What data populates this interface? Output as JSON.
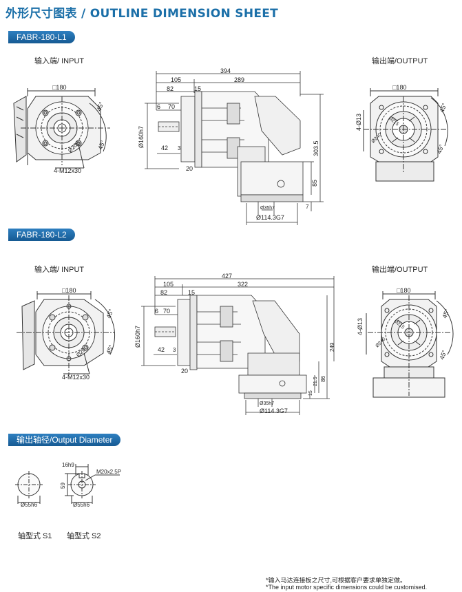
{
  "header": {
    "title": "外形尺寸图表 / OUTLINE DIMENSION SHEET"
  },
  "section1": {
    "tag": "FABR-180-L1",
    "input_label": "输入端/ INPUT",
    "output_label": "输出端/OUTPUT",
    "input_view": {
      "square": "□180",
      "bolt": "4-M12x30",
      "pcd": "Ø200",
      "angle_a": "45°",
      "angle_b": "45°"
    },
    "side_view": {
      "total": "394",
      "d105": "105",
      "d289": "289",
      "d82": "82",
      "d15": "15",
      "d6": "6",
      "d70": "70",
      "d42": "42",
      "d3": "3",
      "d20": "20",
      "pilot": "Ø160h7",
      "h303": "303.5",
      "h85": "85",
      "h7": "7",
      "shaft": "Ø35h7",
      "base": "Ø114.3G7"
    },
    "output_view": {
      "square": "□180",
      "holes": "4-Ø13",
      "pcd": "Ø240",
      "inner": "Ø215",
      "angle_a": "45°",
      "angle_b": "45°"
    }
  },
  "section2": {
    "tag": "FABR-180-L2",
    "input_label": "输入端/ INPUT",
    "output_label": "输出端/OUTPUT",
    "input_view": {
      "square": "□180",
      "bolt": "4-M12x30",
      "pcd": "Ø200",
      "angle_a": "45°",
      "angle_b": "45°"
    },
    "side_view": {
      "total": "427",
      "d105": "105",
      "d322": "322",
      "d82": "82",
      "d15": "15",
      "d6": "6",
      "d70": "70",
      "d42": "42",
      "d3": "3",
      "d20": "20",
      "pilot": "Ø160h7",
      "h249": "249",
      "h86": "86",
      "h215": "21.5",
      "h15": "15",
      "shaft": "Ø35h7",
      "base": "Ø114.3G7"
    },
    "output_view": {
      "square": "□180",
      "holes": "4-Ø13",
      "pcd": "Ø240",
      "inner": "Ø215",
      "angle_a": "45°",
      "angle_b": "45°"
    }
  },
  "section3": {
    "tag": "输出轴径/Output Diameter",
    "s1": {
      "dia": "Ø55h6",
      "label": "轴型式 S1"
    },
    "s2": {
      "dia": "Ø55h6",
      "key": "16h9",
      "key_h": "59",
      "thread": "M20x2.5P",
      "label": "轴型式 S2"
    }
  },
  "footer": {
    "note_cn": "*输入马达连接板之尺寸,可根据客户要求单独定做。",
    "note_en": "*The input motor specific dimensions could be customised."
  }
}
